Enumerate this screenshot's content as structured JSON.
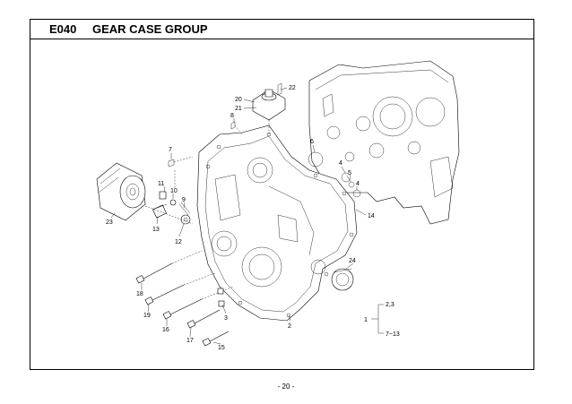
{
  "header": {
    "code": "E040",
    "title": "GEAR CASE GROUP"
  },
  "footer": {
    "page": "- 20 -"
  },
  "callouts": {
    "c1": "1",
    "c2": "2",
    "c3": "3",
    "c4a": "4",
    "c4b": "4",
    "c5": "5",
    "c6": "6",
    "c7": "7",
    "c8": "8",
    "c9": "9",
    "c10": "10",
    "c11": "11",
    "c12": "12",
    "c13": "13",
    "c14": "14",
    "c15": "15",
    "c16": "16",
    "c17": "17",
    "c18": "18",
    "c19": "19",
    "c20": "20",
    "c21": "21",
    "c22": "22",
    "c23": "23",
    "c24": "24"
  },
  "bracket": {
    "top": "2,3",
    "bottom": "7~13"
  }
}
